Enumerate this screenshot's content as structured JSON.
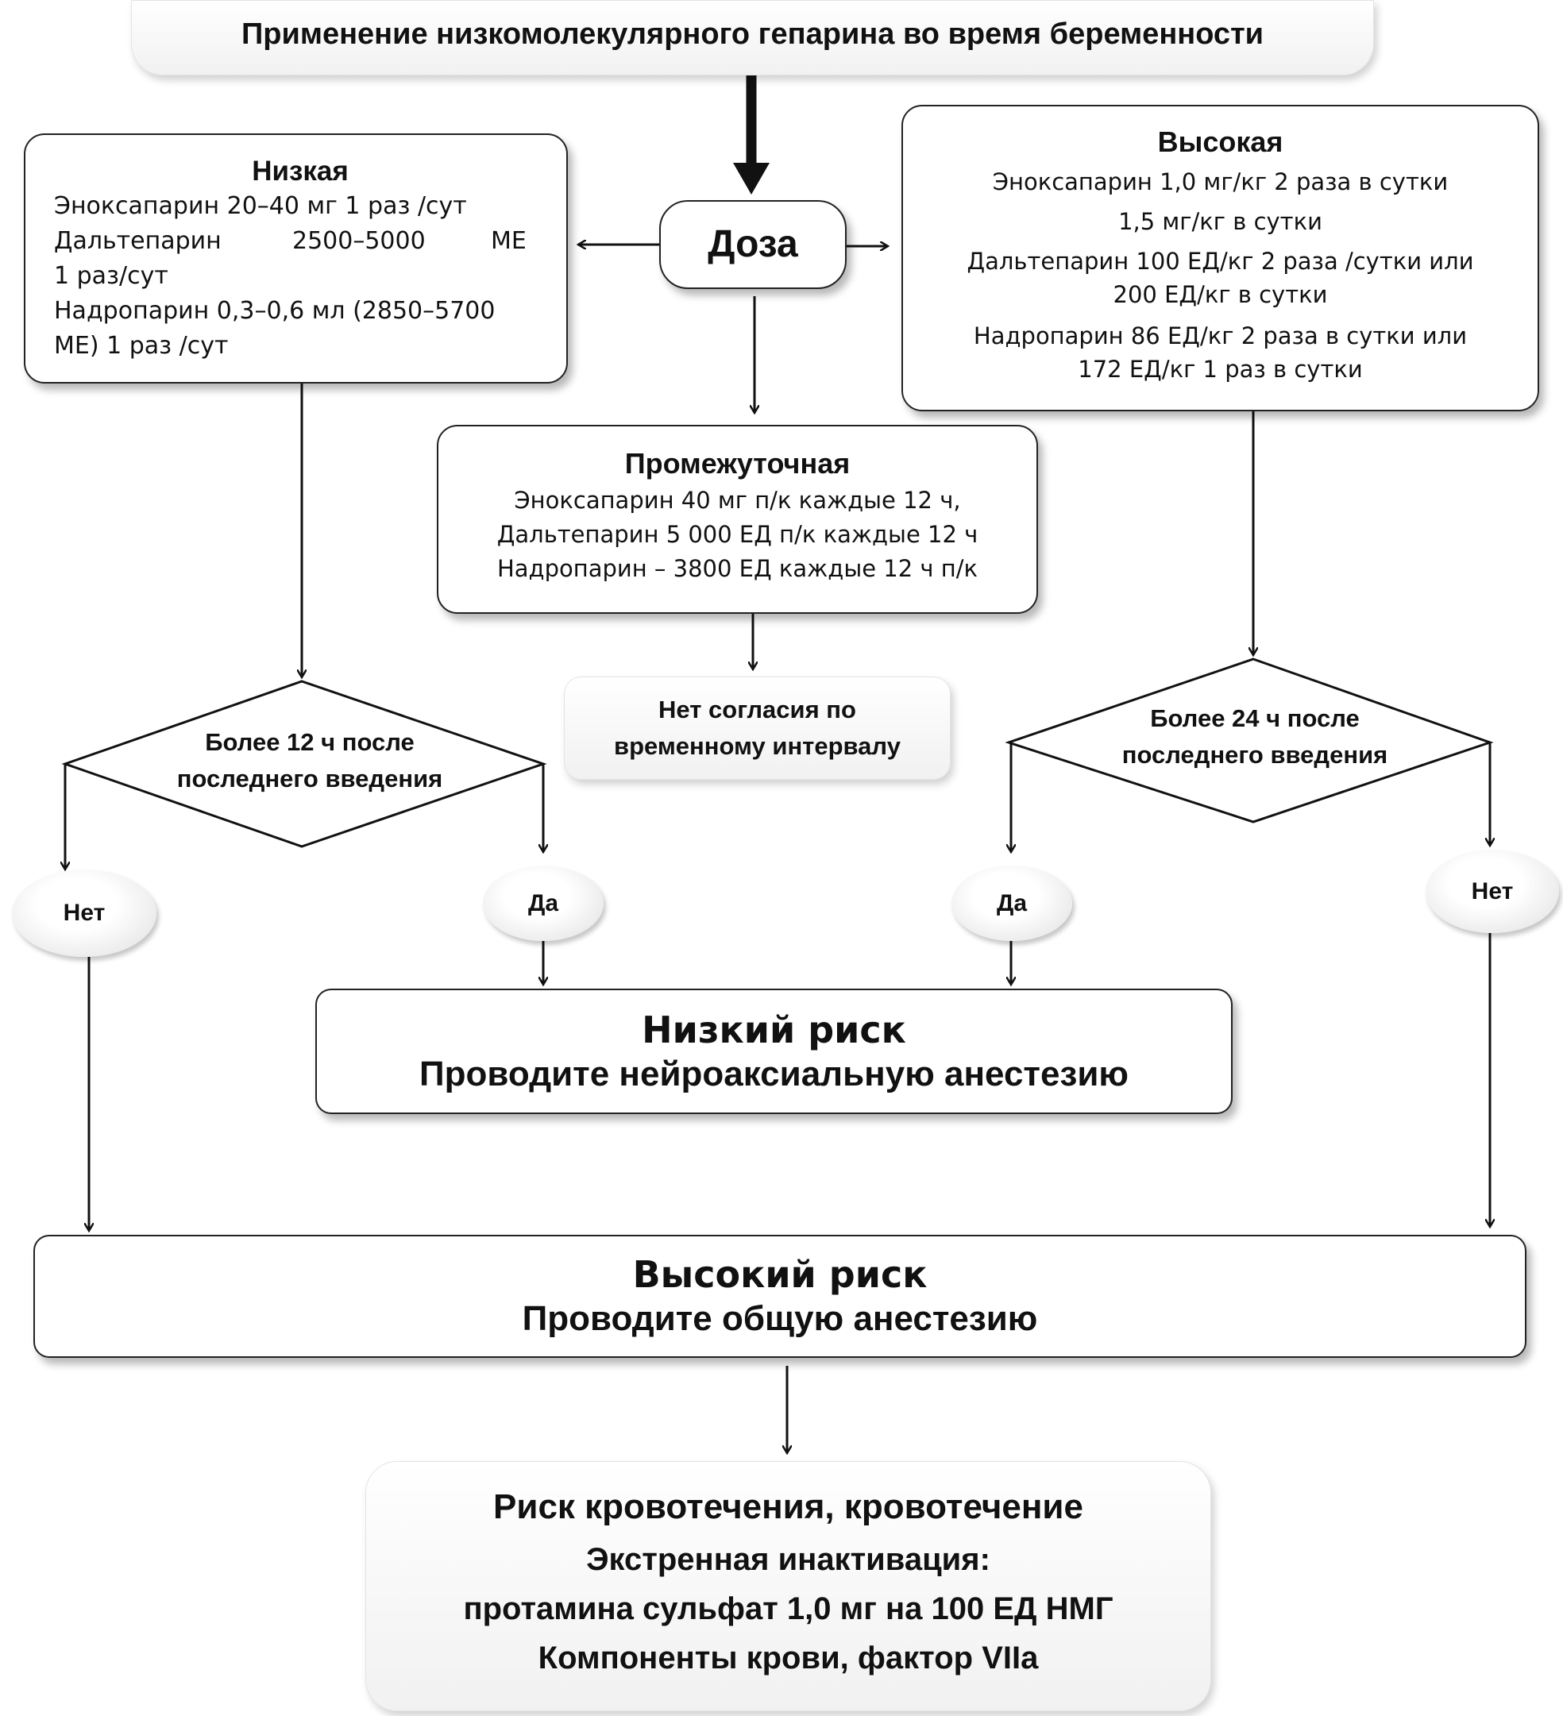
{
  "title": "Применение низкомолекулярного гепарина  во время беременности",
  "dose": "Доза",
  "low": {
    "title": "Низкая",
    "line1": "Эноксапарин 20–40  мг 1 раз /сут",
    "line2a": "Дальтепарин",
    "line2b": "2500–5000",
    "line2c": "МЕ",
    "line3": "1 раз/сут",
    "line4": "Надропарин 0,3–0,6 мл (2850–5700",
    "line5": "МЕ) 1 раз /сут"
  },
  "high": {
    "title": "Высокая",
    "line1": "Эноксапарин 1,0 мг/кг  2 раза в сутки",
    "line2": "1,5 мг/кг в сутки",
    "line3": "Дальтепарин 100 ЕД/кг 2 раза  /сутки или",
    "line4": "200  ЕД/кг в сутки",
    "line5": "Надропарин 86 ЕД/кг 2 раза в сутки или",
    "line6": "172  ЕД/кг 1 раз в сутки"
  },
  "intermediate": {
    "title": "Промежуточная",
    "line1": "Эноксапарин   40 мг п/к каждые 12 ч,",
    "line2": "Дальтепарин  5 000  ЕД п/к каждые 12 ч",
    "line3": "Надропарин – 3800  ЕД каждые 12 ч п/к"
  },
  "no_consensus": {
    "line1": "Нет согласия по",
    "line2": "временному интервалу"
  },
  "decision_left": {
    "line1": "Более  12  ч после",
    "line2": "последнего  введения"
  },
  "decision_right": {
    "line1": "Более  24  ч после",
    "line2": "последнего  введения"
  },
  "answers": {
    "no": "Нет",
    "yes": "Да"
  },
  "low_risk": {
    "line1": "Низкий  риск",
    "line2": "Проводите нейроаксиальную анестезию"
  },
  "high_risk": {
    "line1": "Высокий  риск",
    "line2": "Проводите общую анестезию"
  },
  "bleeding": {
    "title": "Риск кровотечения, кровотечение",
    "line1": "Экстренная инактивация:",
    "line2": "протамина сульфат 1,0 мг на 100 ЕД НМГ",
    "line3": "Компоненты крови, фактор VIIa"
  }
}
